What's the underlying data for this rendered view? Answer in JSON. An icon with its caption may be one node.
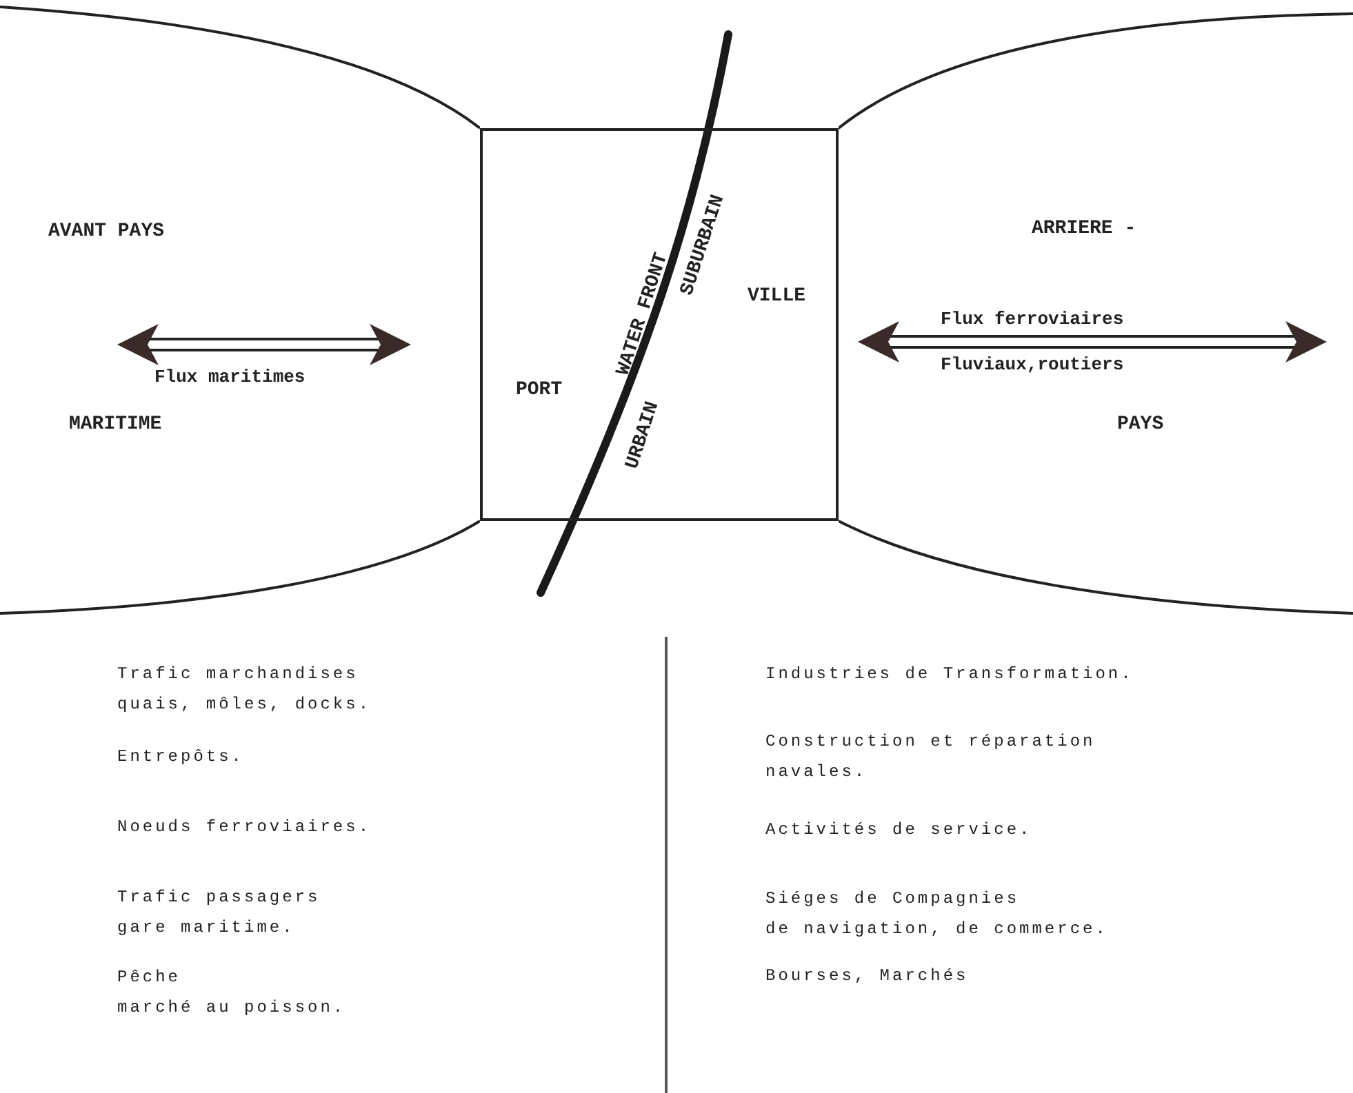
{
  "diagram": {
    "nodes": [
      {
        "text": [
          "AVANT PAYS",
          "MARITIME"
        ]
      },
      {
        "text": [
          "PORT",
          "VILLE"
        ]
      },
      {
        "text": [
          "ARRIERE -",
          "PAYS"
        ]
      }
    ],
    "labels": [
      "Flux maritimes",
      "Flux ferroviaires",
      "Fluviaux,routiers",
      "WATER FRONT",
      "URBAIN",
      "SUBURBAIN",
      "Trafic marchandises quais, môles, docks.",
      "Entrepôts.",
      "Noeuds ferroviaires.",
      "Trafic passagers gare maritime.",
      "Pêche marché au poisson.",
      "Industries de Transformation.",
      "Construction et réparation navales.",
      "Activités de service.",
      "Siéges de Compagnies de navigation, de commerce.",
      "Bourses, Marchés"
    ]
  }
}
